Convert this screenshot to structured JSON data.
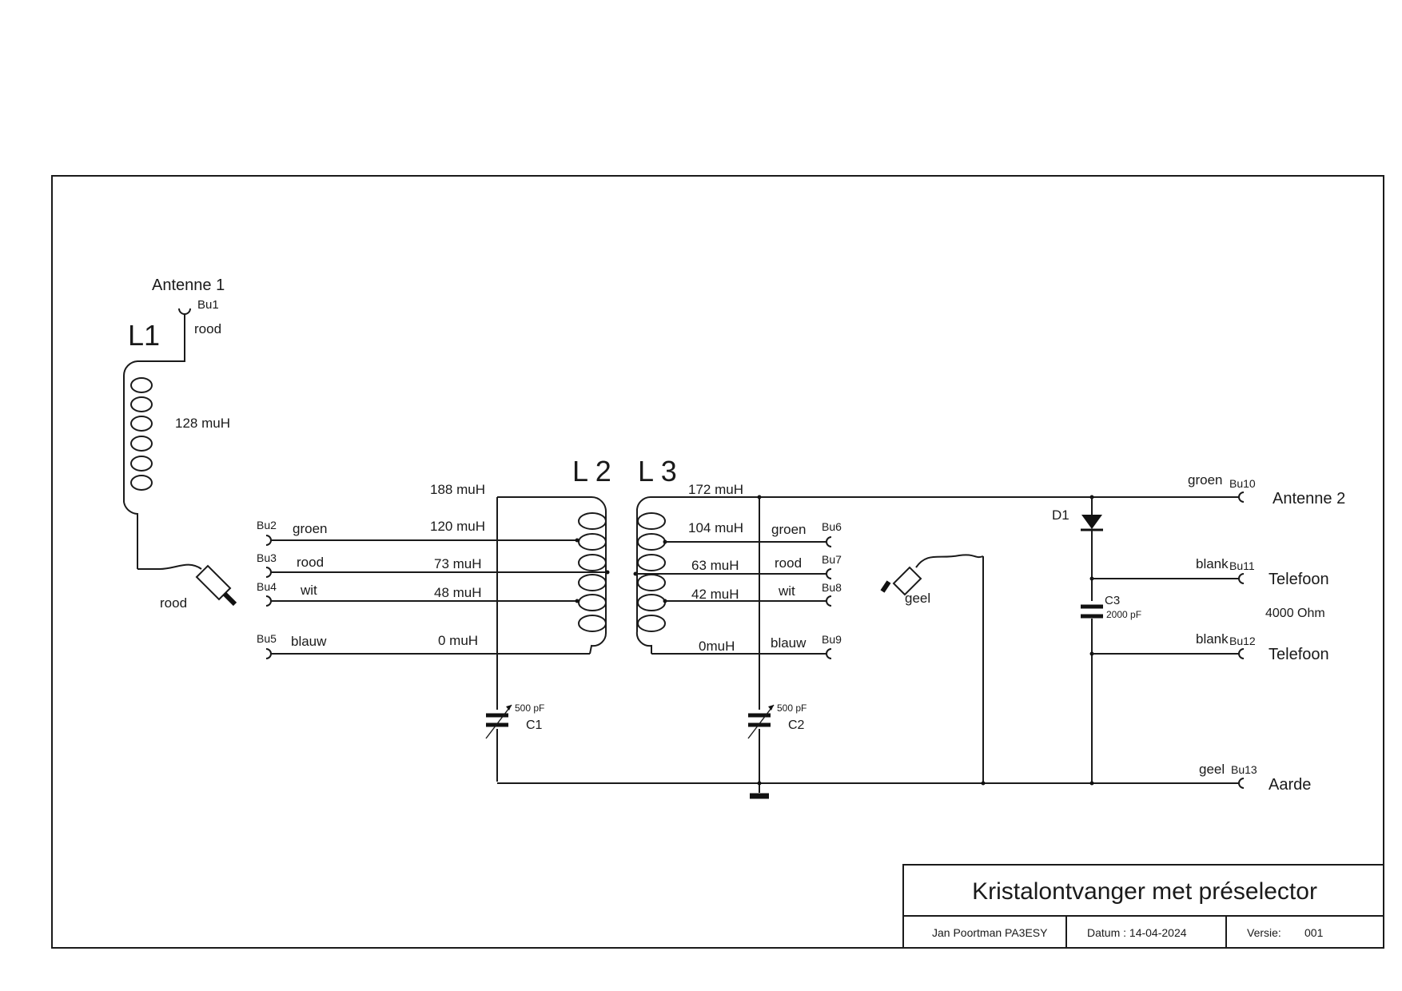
{
  "coils": {
    "l1": {
      "name": "L1",
      "inductance": "128 muH"
    },
    "l2": {
      "name": "L 2",
      "taps": [
        "188 muH",
        "120 muH",
        "73 muH",
        "48 muH",
        "0 muH"
      ]
    },
    "l3": {
      "name": "L 3",
      "taps": [
        "172 muH",
        "104 muH",
        "63 muH",
        "42 muH",
        "0muH"
      ]
    }
  },
  "sockets": {
    "bu1": "Bu1",
    "bu2": "Bu2",
    "bu3": "Bu3",
    "bu4": "Bu4",
    "bu5": "Bu5",
    "bu6": "Bu6",
    "bu7": "Bu7",
    "bu8": "Bu8",
    "bu9": "Bu9",
    "bu10": "Bu10",
    "bu11": "Bu11",
    "bu12": "Bu12",
    "bu13": "Bu13"
  },
  "wire_colors": {
    "bu1": "rood",
    "l1_plug": "rood",
    "bu2": "groen",
    "bu3": "rood",
    "bu4": "wit",
    "bu5": "blauw",
    "bu6": "groen",
    "bu7": "rood",
    "bu8": "wit",
    "bu9": "blauw",
    "bu10": "groen",
    "bu11": "blank",
    "bu12": "blank",
    "bu13": "geel",
    "plug_geel": "geel"
  },
  "terminals": {
    "antenne1": "Antenne 1",
    "antenne2": "Antenne 2",
    "telefoon1": "Telefoon",
    "telefoon2": "Telefoon",
    "telefoon_impedance": "4000 Ohm",
    "aarde": "Aarde"
  },
  "components": {
    "c1": {
      "name": "C1",
      "value": "500 pF"
    },
    "c2": {
      "name": "C2",
      "value": "500 pF"
    },
    "c3": {
      "name": "C3",
      "value": "2000 pF"
    },
    "d1": {
      "name": "D1"
    }
  },
  "title_block": {
    "title": "Kristalontvanger met préselector",
    "author": "Jan Poortman PA3ESY",
    "date": "Datum : 14-04-2024",
    "version_label": "Versie:",
    "version": "001"
  }
}
